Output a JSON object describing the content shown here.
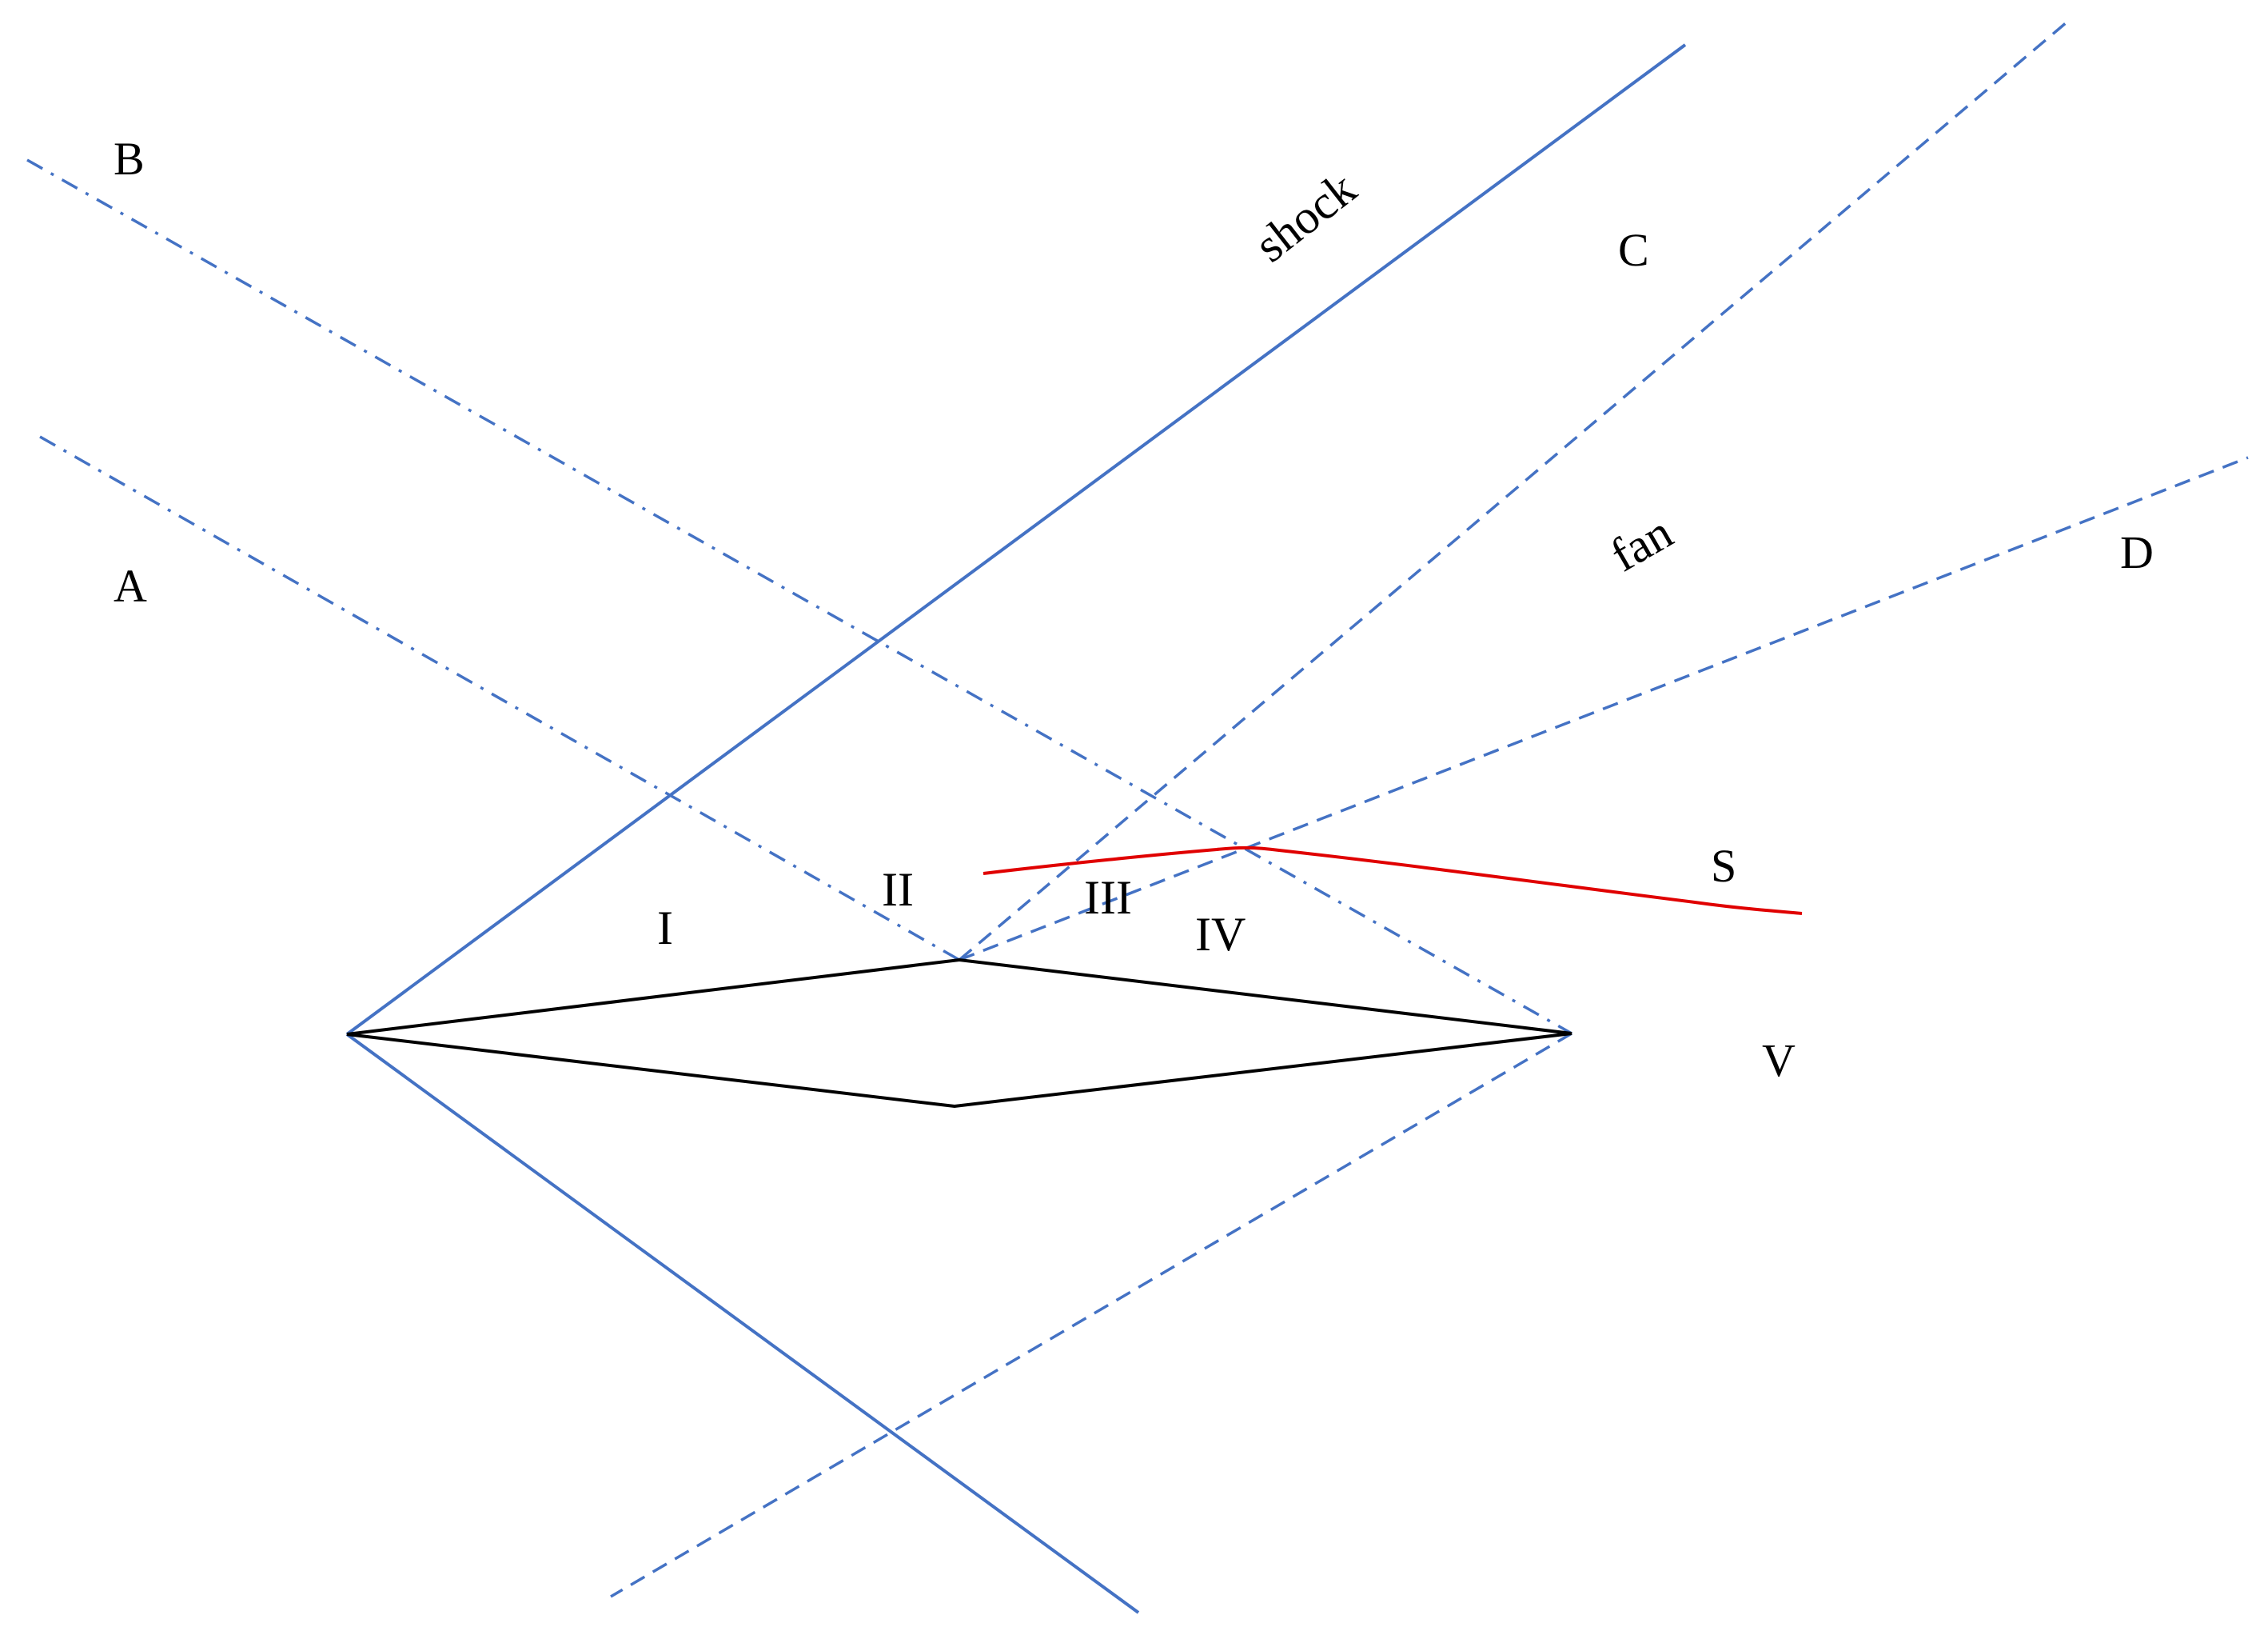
{
  "labels": {
    "A": "A",
    "B": "B",
    "C": "C",
    "D": "D",
    "S": "S",
    "V": "V",
    "shock": "shock",
    "fan": "fan",
    "region_I": "I",
    "region_II": "II",
    "region_III": "III",
    "region_IV": "IV"
  },
  "colors": {
    "wave_lines": "#4472c4",
    "airfoil": "#000000",
    "s_curve": "#e00000",
    "background": "#ffffff"
  }
}
